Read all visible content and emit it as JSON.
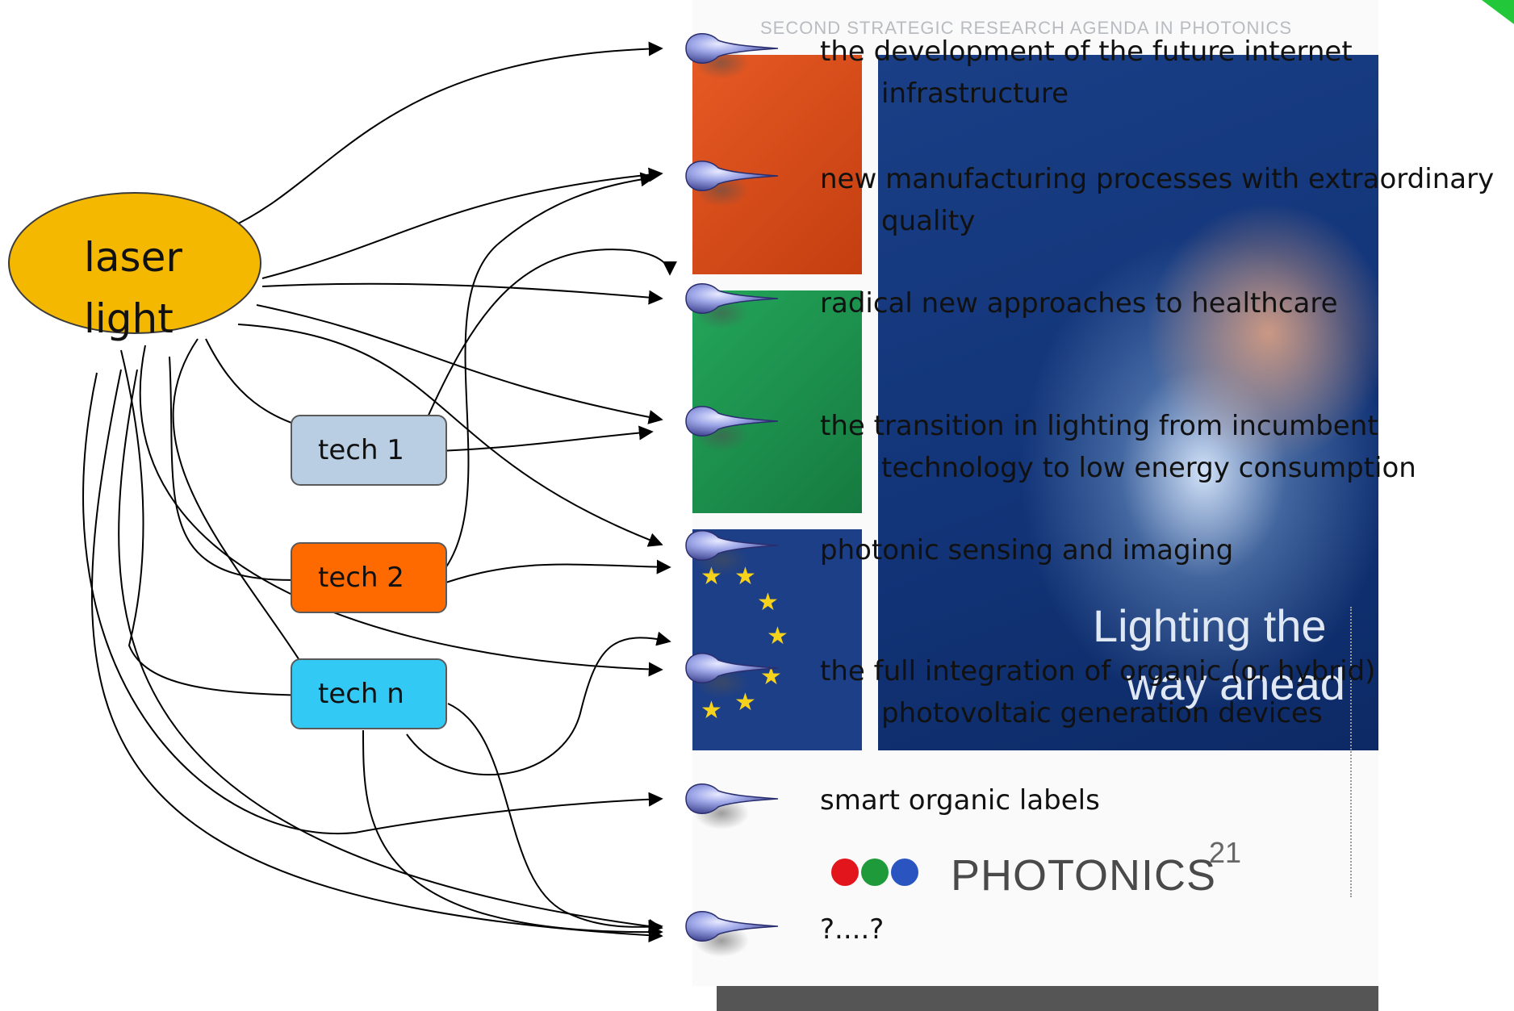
{
  "header": "SECOND STRATEGIC RESEARCH AGENDA IN PHOTONICS",
  "source": {
    "line1": "laser",
    "line2": "light"
  },
  "techs": [
    {
      "id": "t1",
      "label": "tech 1"
    },
    {
      "id": "t2",
      "label": "tech 2"
    },
    {
      "id": "tn",
      "label": "tech n"
    }
  ],
  "applications": [
    {
      "line1": "the development of the future internet",
      "line2": "infrastructure"
    },
    {
      "line1": "new manufacturing processes with extraordinary",
      "line2": "quality"
    },
    {
      "line1": "radical new approaches to healthcare",
      "line2": ""
    },
    {
      "line1": "the transition in lighting from incumbent",
      "line2": "technology to low energy consumption"
    },
    {
      "line1": "photonic sensing and imaging",
      "line2": ""
    },
    {
      "line1": "the full integration of organic (or hybrid)",
      "line2": "photovoltaic generation devices"
    },
    {
      "line1": "smart organic labels",
      "line2": ""
    },
    {
      "line1": "?....?",
      "line2": ""
    }
  ],
  "cover": {
    "title_line1": "Lighting the",
    "title_line2": "way ahead",
    "logo_word": "PHOTONICS",
    "logo_sup": "21"
  },
  "colors": {
    "source": "#f5b800",
    "tech1": "#b9cde3",
    "tech2": "#ff6a00",
    "techn": "#33c9f5",
    "logo_dots": [
      "#e2141c",
      "#1f9a3a",
      "#2a55c0"
    ]
  }
}
